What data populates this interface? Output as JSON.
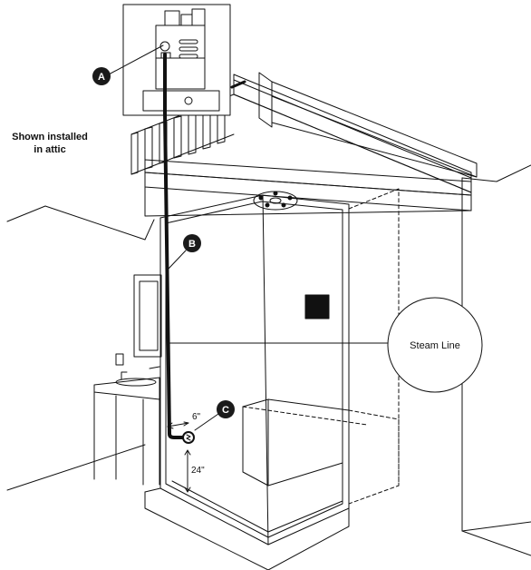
{
  "caption": {
    "line1": "Shown installed",
    "line2": "in attic"
  },
  "callouts": {
    "a": "A",
    "b": "B",
    "c": "C"
  },
  "steam_line_label": "Steam Line",
  "dimensions": {
    "horizontal": "6\"",
    "vertical": "24\""
  },
  "colors": {
    "line": "#111111",
    "callout_fill": "#1a1a1a",
    "callout_text": "#ffffff",
    "background": "#ffffff"
  }
}
